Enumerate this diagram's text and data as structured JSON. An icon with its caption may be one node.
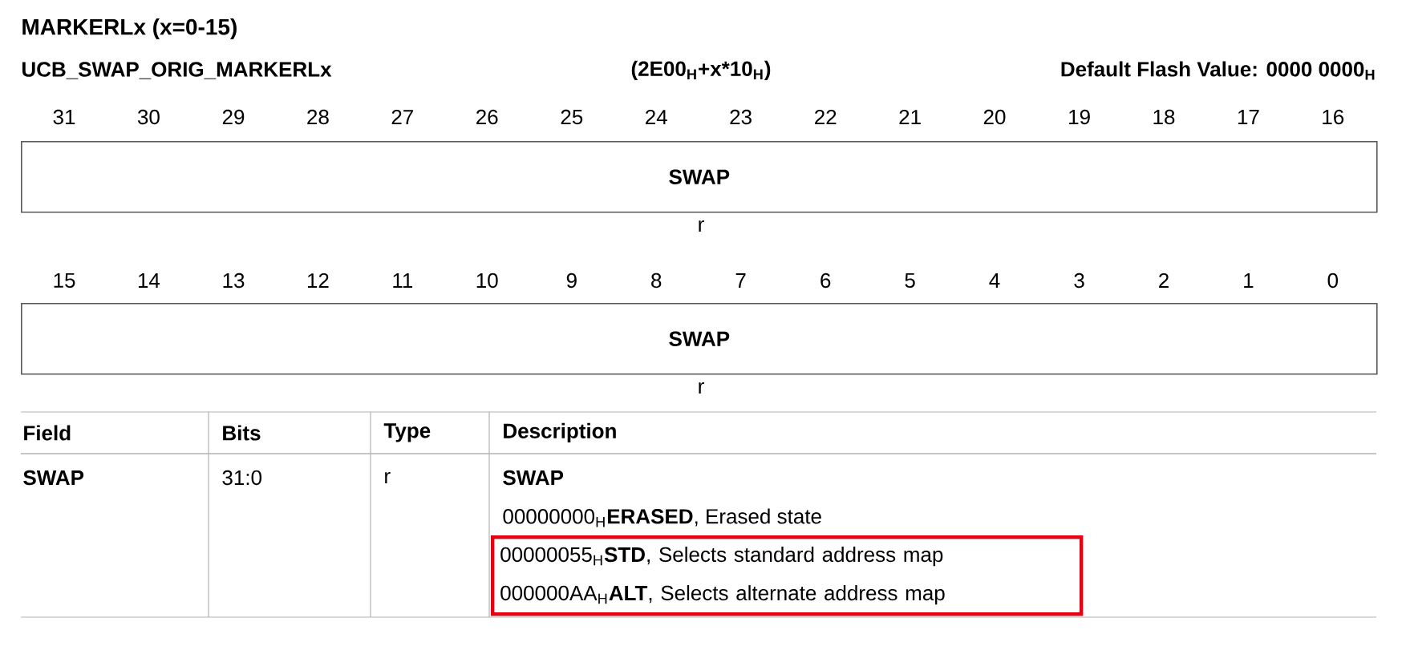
{
  "diagram": {
    "title": "MARKERLx (x=0-15)",
    "nodes": [
      {
        "text": [
          "SWAP"
        ]
      },
      {
        "text": [
          "SWAP"
        ]
      },
      {
        "text": [
          "00000055$_{H}$**STD**, Selects standard address map",
          "000000AA$_{H}$**ALT**, Selects alternate address map"
        ]
      }
    ],
    "edges": [],
    "labels": [
      "UCB_SWAP_ORIG_MARKERLx",
      "(2E00$_{H}$+x*10$_{H}$)",
      "Default Flash Value: 0000 0000$_{H}$",
      "31",
      "30",
      "29",
      "28",
      "27",
      "26",
      "25",
      "24",
      "23",
      "22",
      "21",
      "20",
      "19",
      "18",
      "17",
      "16",
      "r",
      "15",
      "14",
      "13",
      "12",
      "11",
      "10",
      "9",
      "8",
      "7",
      "6",
      "5",
      "4",
      "3",
      "2",
      "1",
      "0",
      "r",
      "Field",
      "Bits",
      "Type",
      "Description",
      "SWAP",
      "31:0",
      "r",
      "SWAP",
      "00000000$_{H}$**ERASED**, Erased state"
    ]
  }
}
